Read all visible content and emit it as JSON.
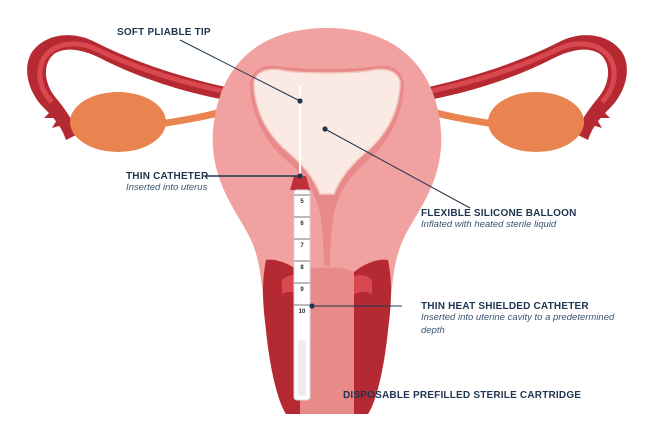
{
  "labels": {
    "soft_tip": {
      "title": "SOFT PLIABLE TIP"
    },
    "thin_catheter": {
      "title": "THIN CATHETER",
      "desc": "Inserted into uterus"
    },
    "balloon": {
      "title": "FLEXIBLE SILICONE BALLOON",
      "desc": "Inflated with heated sterile liquid"
    },
    "heat_shielded": {
      "title": "THIN HEAT SHIELDED CATHETER",
      "desc": "Inserted into uterine cavity to a predetermined depth"
    },
    "cartridge": {
      "title": "DISPOSABLE PREFILLED STERILE CARTRIDGE"
    }
  },
  "scale_marks": [
    "5",
    "6",
    "7",
    "8",
    "9",
    "10"
  ],
  "colors": {
    "tissue_outer": "#f2a1a1",
    "tissue_inner": "#e98a8a",
    "tube_dark": "#b52a32",
    "tube_mid": "#d9474f",
    "ovary": "#e98450",
    "balloon_fill": "#fbe9e4",
    "text_dark": "#1f3550"
  }
}
